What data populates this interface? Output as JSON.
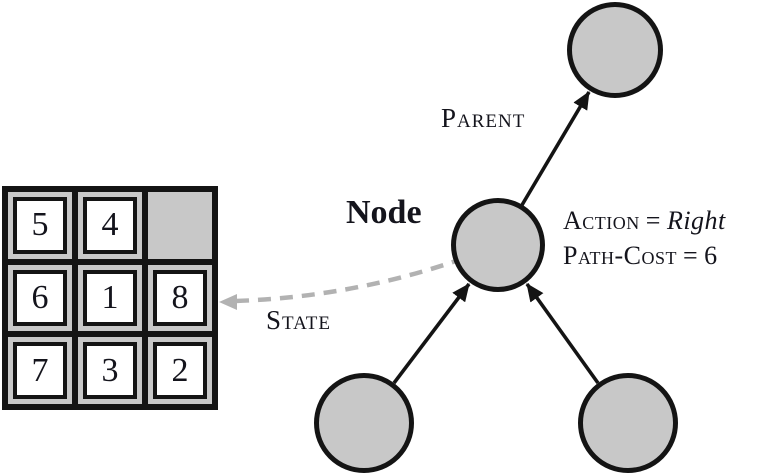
{
  "figure": {
    "labels": {
      "parent": "Parent",
      "node": "Node",
      "state": "State",
      "action": {
        "label": "Action",
        "equals": "=",
        "value": "Right"
      },
      "path_cost": {
        "label": "Path-Cost",
        "equals": "=",
        "value": "6"
      }
    },
    "puzzle": {
      "rows": [
        [
          "5",
          "4",
          ""
        ],
        [
          "6",
          "1",
          "8"
        ],
        [
          "7",
          "3",
          "2"
        ]
      ]
    },
    "colors": {
      "background": "#ffffff",
      "node_fill": "#c8c8c8",
      "outline": "#141414",
      "state_arrow_gray": "#b2b2b2",
      "tile_fill": "#ffffff"
    }
  }
}
